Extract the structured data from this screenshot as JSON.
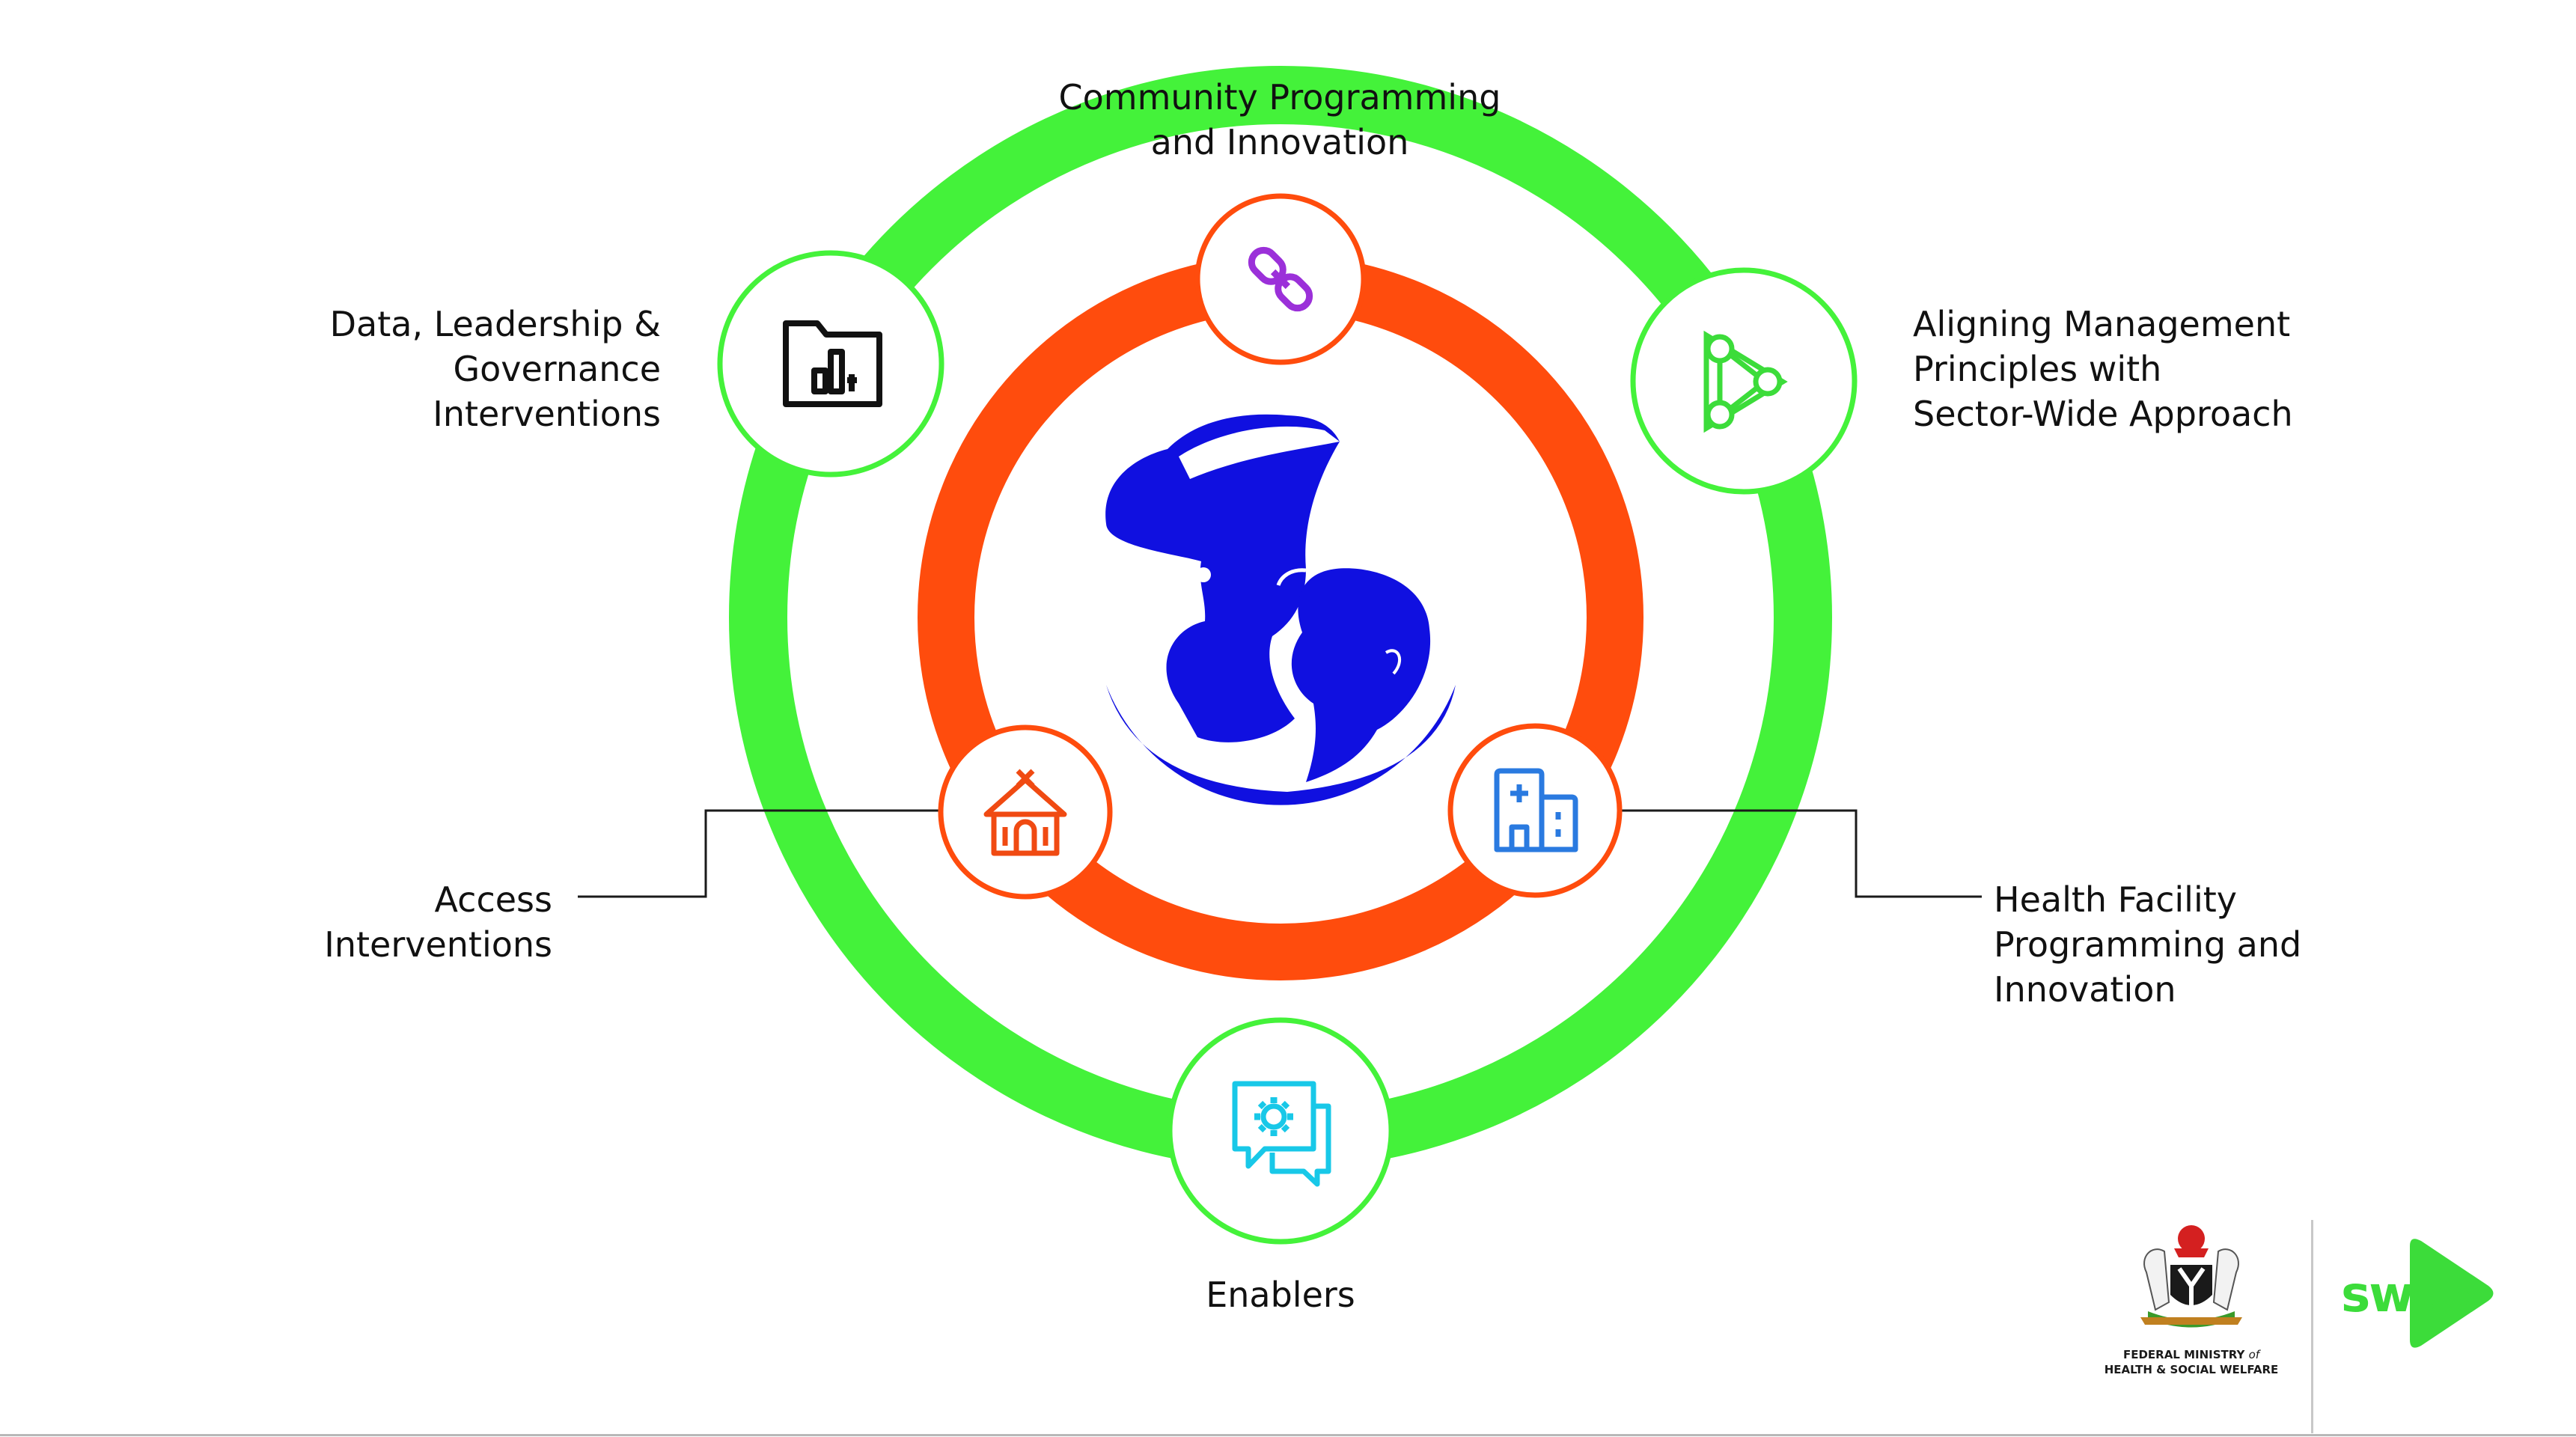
{
  "labels": {
    "community": [
      "Community Programming",
      "and Innovation"
    ],
    "data_leadership": [
      "Data, Leadership &",
      "Governance",
      "Interventions"
    ],
    "aligning": [
      "Aligning Management",
      "Principles with",
      "Sector-Wide Approach"
    ],
    "access": [
      "Access",
      "Interventions"
    ],
    "health_facility": [
      "Health Facility",
      "Programming and",
      "Innovation"
    ],
    "enablers": "Enablers"
  },
  "logos": {
    "ministry": {
      "line1": "FEDERAL MINISTRY ",
      "line1_em": "of",
      "line2": "HEALTH & SOCIAL WELFARE"
    },
    "swap": "swap"
  },
  "colors": {
    "outer_ring": "#44f23a",
    "inner_ring": "#ff4c0d",
    "mother_child": "#1010e0",
    "community_icon": "#9b30d9",
    "access_icon": "#f04a12",
    "health_icon": "#2a7ae0",
    "enablers_icon": "#18c8e8",
    "data_icon": "#111111",
    "aligning_icon": "#3cdc3a",
    "swap_green": "#3cdc3a"
  },
  "icons": {
    "community": "link-icon",
    "data_leadership": "folder-chart-icon",
    "aligning": "network-play-icon",
    "access": "hut-icon",
    "health_facility": "hospital-icon",
    "enablers": "gear-chat-icon",
    "center": "mother-child-icon"
  }
}
